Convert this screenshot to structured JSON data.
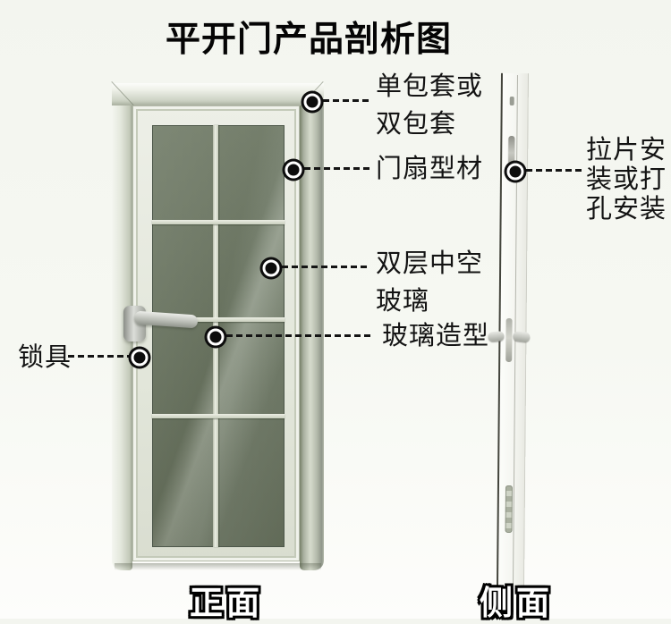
{
  "title": "平开门产品剖析图",
  "callouts": {
    "wrap": {
      "label": "单包套或\n双包套"
    },
    "sash": {
      "label": "门扇型材"
    },
    "glass": {
      "label": "双层中空\n玻璃"
    },
    "grid": {
      "label": "玻璃造型"
    },
    "lock": {
      "label": "锁具"
    },
    "pull": {
      "label": "拉片安\n装或打\n孔安装"
    }
  },
  "captions": {
    "front": "正面",
    "side": "侧面"
  },
  "colors": {
    "marker": "#0d0d0d",
    "line": "#141414",
    "glass_dark": "#59624f",
    "glass_light": "#78826f",
    "frame_light": "#f4f6f0",
    "frame_mid": "#ccd2c4",
    "frame_deep": "#8f968a",
    "background": "#f6f8f2"
  }
}
